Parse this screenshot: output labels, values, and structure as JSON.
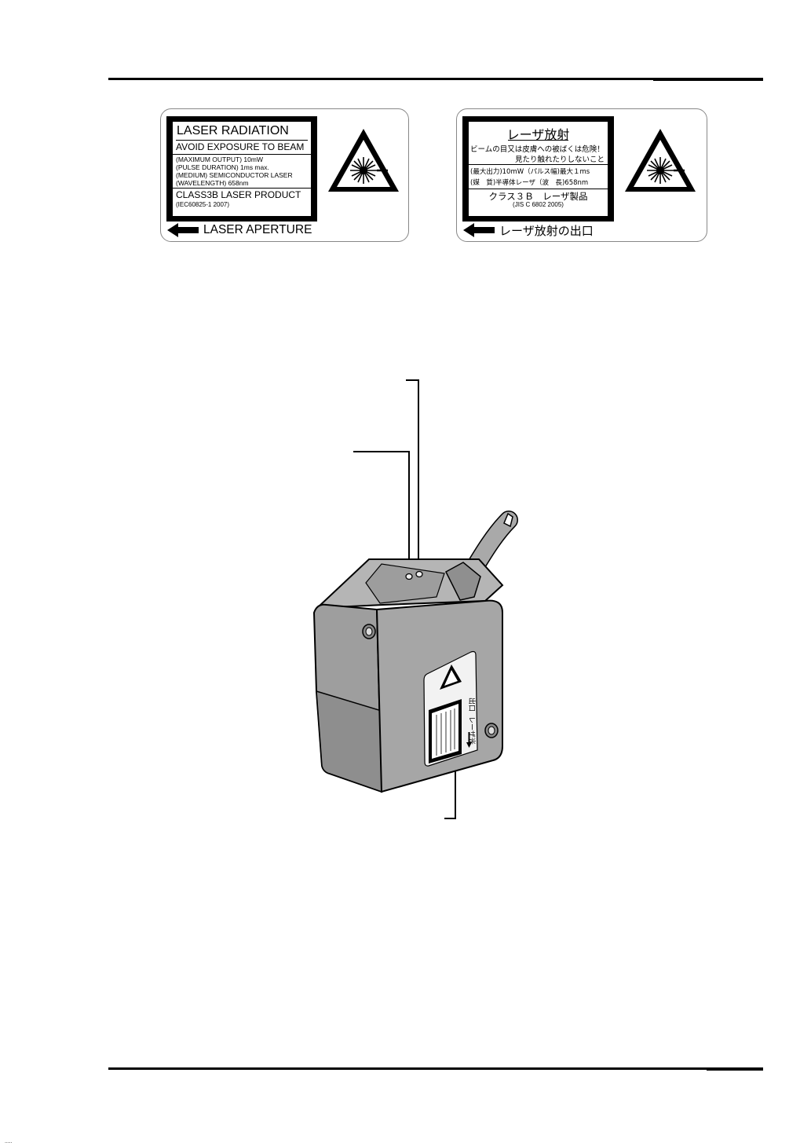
{
  "label_en": {
    "title": "LASER RADIATION",
    "avoid": "AVOID EXPOSURE TO BEAM",
    "spec_lines": [
      "(MAXIMUM OUTPUT) 10mW",
      "(PULSE DURATION) 1ms max.",
      "(MEDIUM) SEMICONDUCTOR LASER",
      "(WAVELENGTH) 658nm"
    ],
    "class_text": "CLASS3B LASER PRODUCT",
    "standard": "(IEC60825-1 2007)",
    "aperture": "LASER APERTURE",
    "icon": "laser-warning-icon"
  },
  "label_jp": {
    "title": "レーザ放射",
    "warn_line1": "ビームの目又は皮膚への被ばくは危険！",
    "warn_line2": "見たり触れたりしないこと",
    "spec_line1": "(最大出力)10mW（パルス幅)最大１ms",
    "spec_line2": "(媒　質)半導体レーザ（波　長)658nm",
    "class_text": "クラス３Ｂ　レーザ製品",
    "standard": "(JIS C 6802 2005)",
    "aperture": "レーザ放射の出口",
    "icon": "laser-warning-icon"
  },
  "device": {
    "side_label_text": "レーザ放射の出口",
    "illustration": "laser-sensor-device"
  },
  "footer_mark": "....."
}
